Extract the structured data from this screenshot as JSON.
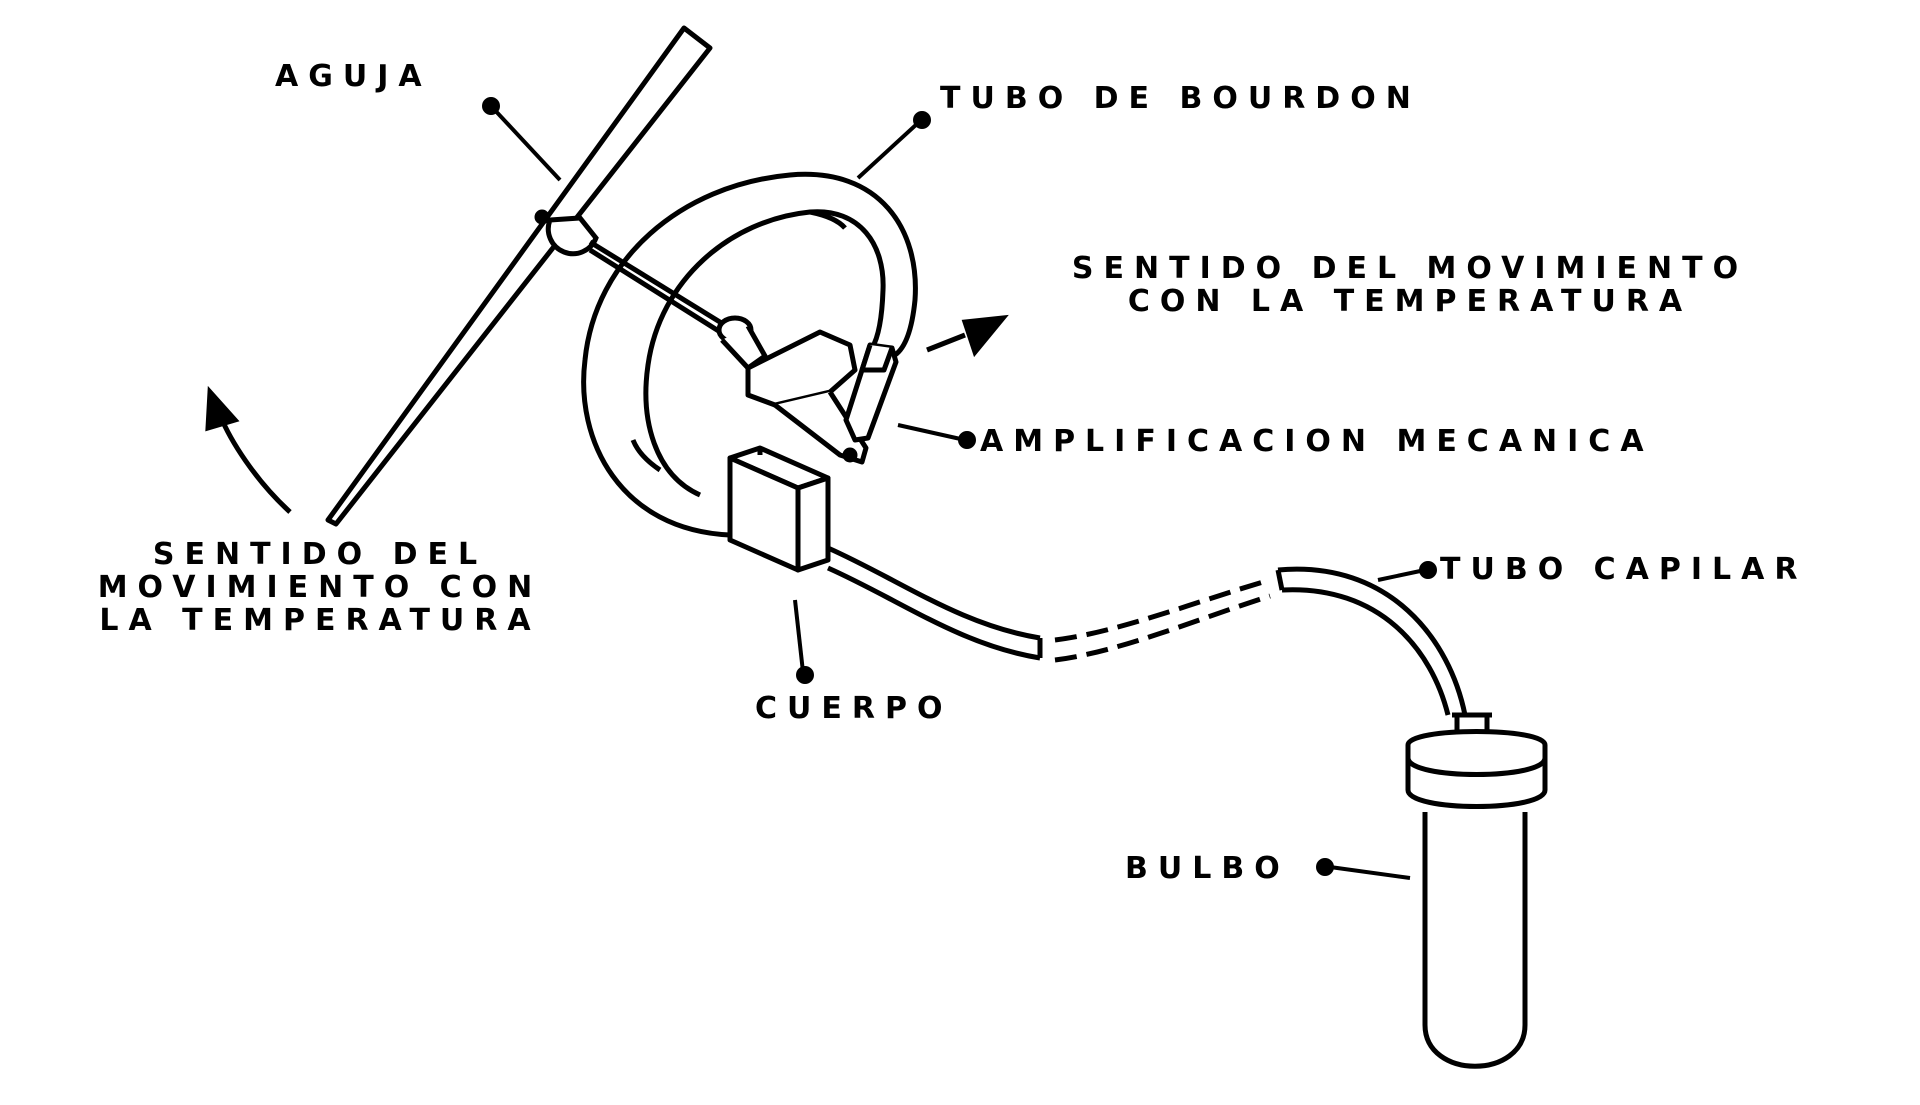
{
  "diagram": {
    "labels": {
      "aguja": "AGUJA",
      "tubo_bourdon": "TUBO DE BOURDON",
      "sentido_right_line1": "SENTIDO DEL MOVIMIENTO",
      "sentido_right_line2": "CON LA TEMPERATURA",
      "amplificacion": "AMPLIFICACION MECANICA",
      "sentido_left_line1": "SENTIDO DEL",
      "sentido_left_line2": "MOVIMIENTO CON",
      "sentido_left_line3": "LA TEMPERATURA",
      "cuerpo": "CUERPO",
      "tubo_capilar": "TUBO CAPILAR",
      "bulbo": "BULBO"
    },
    "colors": {
      "ink": "#000000",
      "paper": "#ffffff"
    }
  }
}
